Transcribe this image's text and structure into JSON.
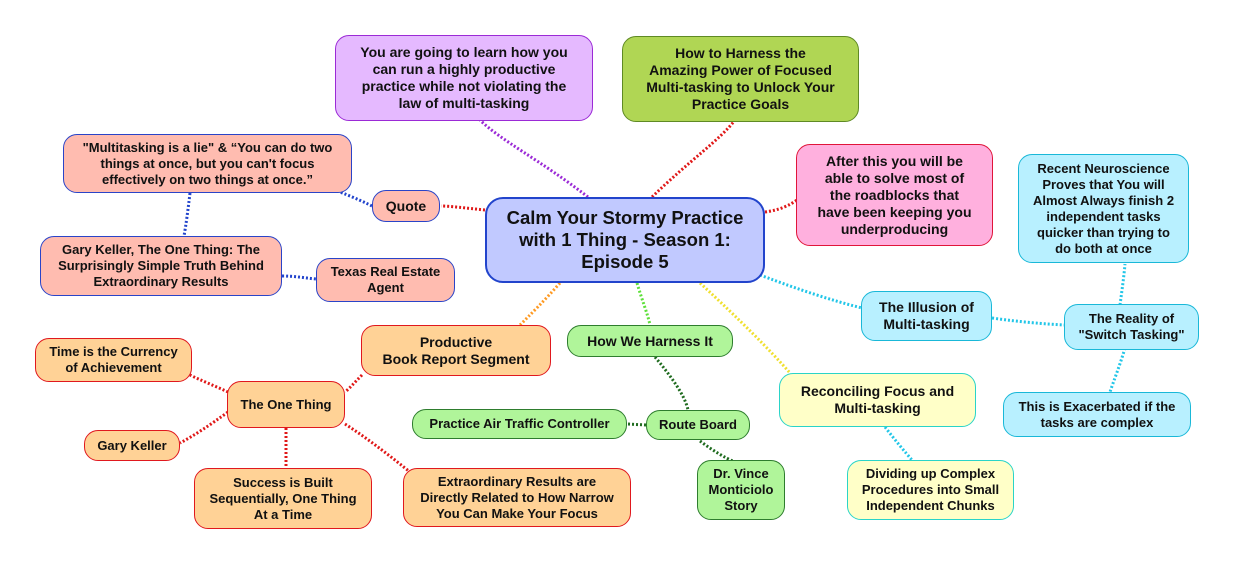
{
  "colors": {
    "central_fill": "#c1c9ff",
    "central_border": "#2244cc",
    "purple_fill": "#e5b9ff",
    "purple_border": "#9b2ad6",
    "green_fill": "#b0d654",
    "green_border": "#5f8a24",
    "pink_fill": "#ffb0de",
    "pink_border": "#e0153a",
    "salmon_fill": "#ffbcb0",
    "salmon_border": "#2a44c8",
    "orange_fill": "#ffd296",
    "orange_border": "#e0181e",
    "lightgreen_fill": "#b0f59a",
    "lightgreen_border": "#2e7d2e",
    "cyan_fill": "#b8f0ff",
    "cyan_border": "#19b8d8",
    "yellow_fill": "#ffffc8",
    "yellow_border": "#2ad4c8",
    "link_red": "#e01818",
    "link_blue": "#2244cc",
    "link_purple": "#9b2ad6",
    "link_orange": "#ff9a22",
    "link_green": "#5ee03a",
    "link_darkgreen": "#1f6b1f",
    "link_yellow": "#f0e030",
    "link_cyan": "#22c6e8"
  },
  "nodes": {
    "central": "Calm Your Stormy Practice\nwith 1 Thing - Season 1:\nEpisode 5",
    "learn": "You are going to learn how you\ncan run a highly productive\npractice while not violating the\nlaw of multi-tasking",
    "harness_title": "How to Harness the\nAmazing Power of Focused\nMulti-tasking to Unlock Your\nPractice Goals",
    "solve": "After this you will be\nable to solve most of\nthe roadblocks that\nhave been keeping you\nunderproducing",
    "quote": "Quote",
    "quote_text": "\"Multitasking is a lie\" & “You can do two\nthings at once, but you can't focus\neffectively on two things at once.”",
    "keller_book": "Gary Keller, The One Thing: The\nSurprisingly Simple Truth Behind\nExtraordinary Results",
    "texas": "Texas Real Estate\nAgent",
    "productive": "Productive\nBook Report Segment",
    "one_thing": "The One Thing",
    "time_currency": "Time is the Currency\nof Achievement",
    "gary_keller": "Gary Keller",
    "success": "Success is Built\nSequentially, One Thing\nAt a Time",
    "extraordinary": "Extraordinary Results are\nDirectly Related to How Narrow\nYou Can Make Your Focus",
    "how_we_harness": "How We Harness It",
    "route_board": "Route Board",
    "air_traffic": "Practice Air Traffic Controller",
    "vince": "Dr. Vince\nMonticiolo\nStory",
    "reconciling": "Reconciling Focus and\nMulti-tasking",
    "dividing": "Dividing up Complex\nProcedures into Small\nIndependent Chunks",
    "illusion": "The Illusion of\nMulti-tasking",
    "switch_tasking": "The Reality of\n\"Switch Tasking\"",
    "neuroscience": "Recent Neuroscience\nProves that You will\nAlmost Always finish 2\nindependent tasks\nquicker than trying to\ndo both at once",
    "exacerbated": "This is Exacerbated if the\ntasks are complex"
  }
}
